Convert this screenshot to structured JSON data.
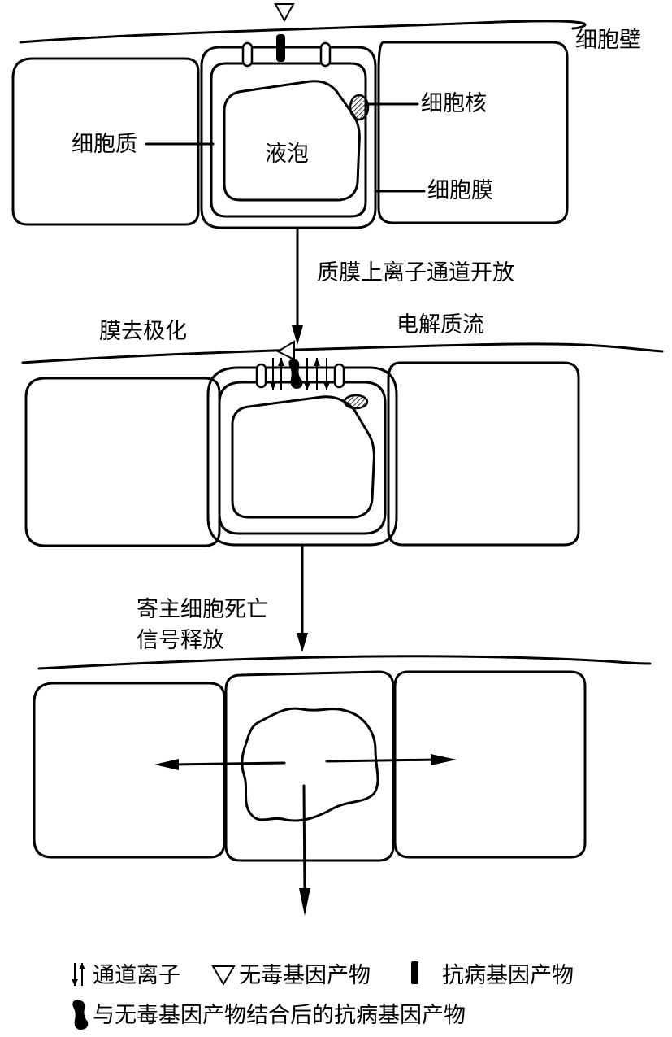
{
  "panel1": {
    "cell_wall": "细胞壁",
    "nucleus": "细胞核",
    "cytoplasm": "细胞质",
    "vacuole": "液泡",
    "membrane": "细胞膜"
  },
  "step1": "质膜上离子通道开放",
  "panel2": {
    "depolarization": "膜去极化",
    "electrolyte_flow": "电解质流"
  },
  "step2": [
    "寄主细胞死亡",
    "信号释放"
  ],
  "legend": {
    "ion_channel": "通道离子",
    "avirulence_product": "无毒基因产物",
    "resistance_product": "抗病基因产物",
    "bound_product": "与无毒基因产物结合后的抗病基因产物"
  }
}
